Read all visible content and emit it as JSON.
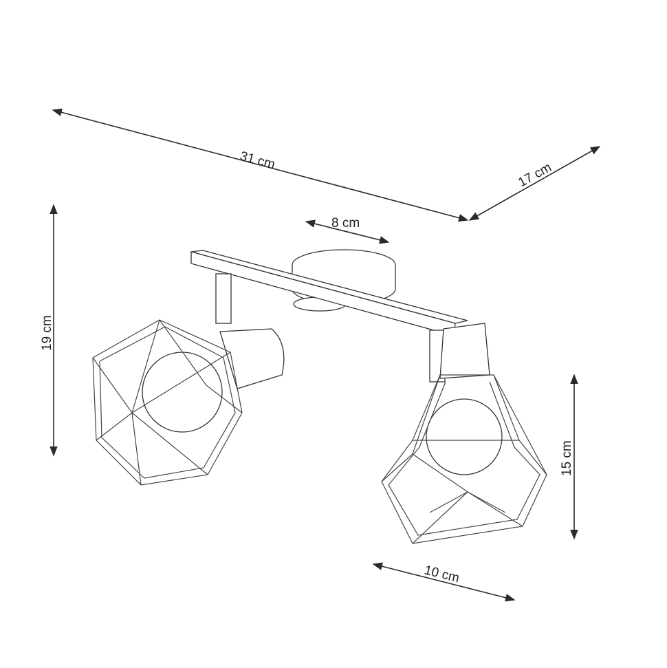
{
  "dimensions": {
    "width_total": "31 cm",
    "depth": "17 cm",
    "canopy": "8 cm",
    "height_total": "19 cm",
    "shade_height": "15 cm",
    "shade_width": "10 cm"
  },
  "colors": {
    "line": "#2a2a2a",
    "background": "#ffffff"
  }
}
